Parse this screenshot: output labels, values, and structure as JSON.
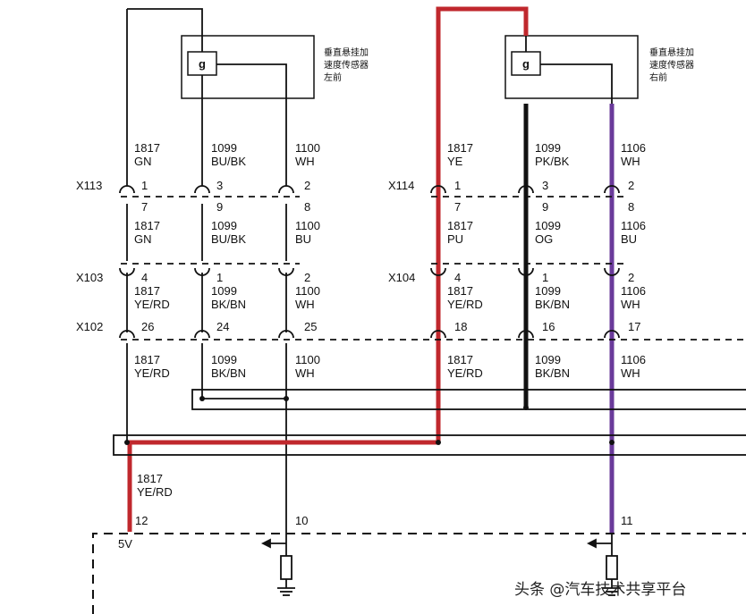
{
  "sensors": {
    "left": {
      "label_line1": "垂直悬挂加",
      "label_line2": "速度传感器",
      "label_line3": "左前",
      "symbol": "g"
    },
    "right": {
      "label_line1": "垂直悬挂加",
      "label_line2": "速度传感器",
      "label_line3": "右前",
      "symbol": "g"
    }
  },
  "connectors": {
    "x113": "X113",
    "x103": "X103",
    "x102": "X102",
    "x114": "X114",
    "x104": "X104"
  },
  "left_wires": {
    "top": [
      {
        "circuit": "1817",
        "color": "GN"
      },
      {
        "circuit": "1099",
        "color": "BU/BK"
      },
      {
        "circuit": "1100",
        "color": "WH"
      }
    ],
    "x113_pins_top": [
      "1",
      "3",
      "2"
    ],
    "x113_pins_bottom": [
      "7",
      "9",
      "8"
    ],
    "mid": [
      {
        "circuit": "1817",
        "color": "GN"
      },
      {
        "circuit": "1099",
        "color": "BU/BK"
      },
      {
        "circuit": "1100",
        "color": "BU"
      }
    ],
    "x103_pins": [
      "4",
      "1",
      "2"
    ],
    "after_x103": [
      {
        "circuit": "1817",
        "color": "YE/RD"
      },
      {
        "circuit": "1099",
        "color": "BK/BN"
      },
      {
        "circuit": "1100",
        "color": "WH"
      }
    ],
    "x102_pins": [
      "26",
      "24",
      "25"
    ],
    "after_x102": [
      {
        "circuit": "1817",
        "color": "YE/RD"
      },
      {
        "circuit": "1099",
        "color": "BK/BN"
      },
      {
        "circuit": "1100",
        "color": "WH"
      }
    ]
  },
  "right_wires": {
    "top": [
      {
        "circuit": "1817",
        "color": "YE"
      },
      {
        "circuit": "1099",
        "color": "PK/BK"
      },
      {
        "circuit": "1106",
        "color": "WH"
      }
    ],
    "x114_pins_top": [
      "1",
      "3",
      "2"
    ],
    "x114_pins_bottom": [
      "7",
      "9",
      "8"
    ],
    "mid": [
      {
        "circuit": "1817",
        "color": "PU"
      },
      {
        "circuit": "1099",
        "color": "OG"
      },
      {
        "circuit": "1106",
        "color": "BU"
      }
    ],
    "x104_pins": [
      "4",
      "1",
      "2"
    ],
    "after_x104": [
      {
        "circuit": "1817",
        "color": "YE/RD"
      },
      {
        "circuit": "1099",
        "color": "BK/BN"
      },
      {
        "circuit": "1106",
        "color": "WH"
      }
    ],
    "x102_pins": [
      "18",
      "16",
      "17"
    ],
    "after_x102": [
      {
        "circuit": "1817",
        "color": "YE/RD"
      },
      {
        "circuit": "1099",
        "color": "BK/BN"
      },
      {
        "circuit": "1106",
        "color": "WH"
      }
    ]
  },
  "module": {
    "wire": {
      "circuit": "1817",
      "color": "YE/RD"
    },
    "pins": [
      "12",
      "10",
      "11"
    ],
    "supply": "5V"
  },
  "watermark": "头条 @汽车技术共享平台",
  "highlight_colors": {
    "red": "#c0282d",
    "black": "#111111",
    "purple": "#6a3a9a"
  }
}
